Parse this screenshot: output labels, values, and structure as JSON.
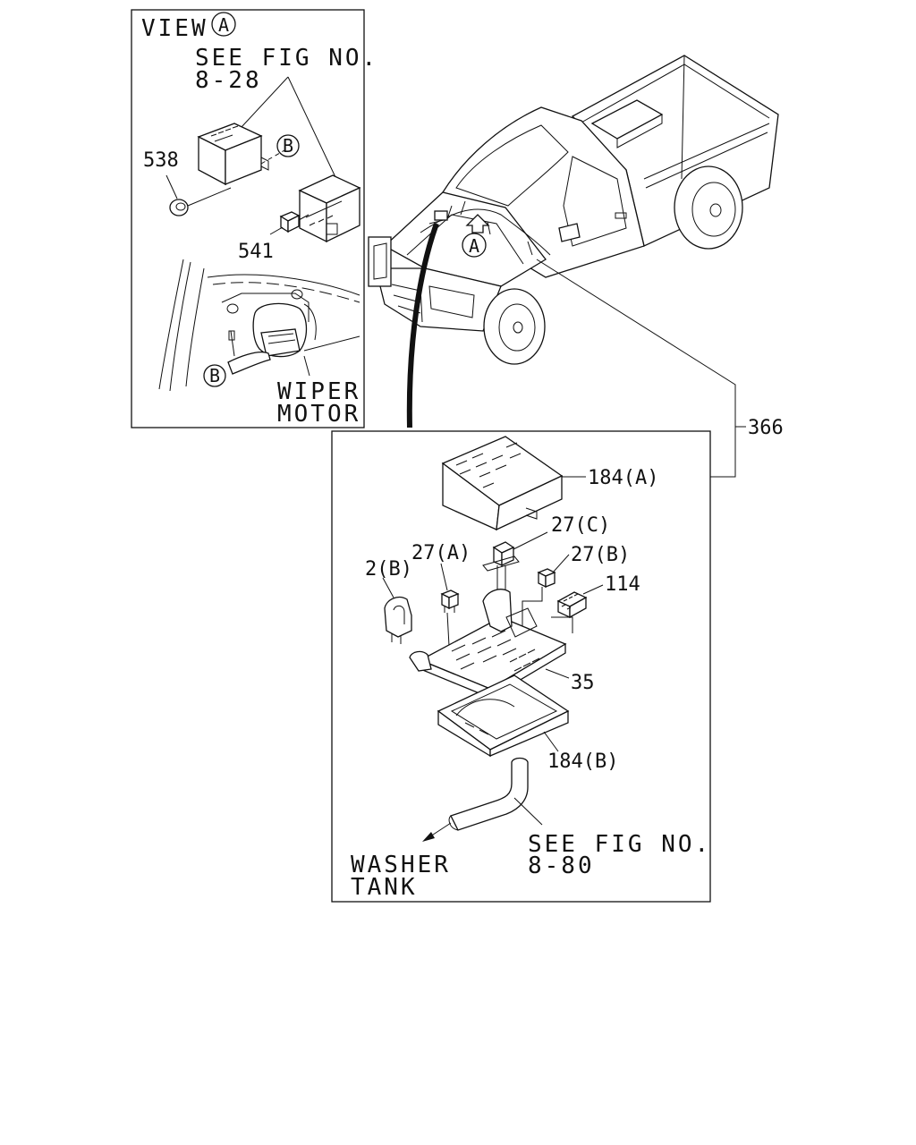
{
  "view_panel": {
    "title": "VIEW",
    "title_marker": "A",
    "see_fig_line1": "SEE FIG NO.",
    "see_fig_line2": "8-28",
    "callout_538": "538",
    "callout_541": "541",
    "marker_b_top": "B",
    "marker_b_bottom": "B",
    "wiper_line1": "WIPER",
    "wiper_line2": "MOTOR"
  },
  "truck": {
    "marker_a": "A",
    "callout_366": "366"
  },
  "fuse_box_panel": {
    "label_184a": "184(A)",
    "label_27c": "27(C)",
    "label_27a": "27(A)",
    "label_27b": "27(B)",
    "label_2b": "2(B)",
    "label_114": "114",
    "label_35": "35",
    "label_184b": "184(B)",
    "see_fig_line1": "SEE FIG NO.",
    "see_fig_line2": "8-80",
    "washer_line1": "WASHER",
    "washer_line2": "TANK"
  }
}
